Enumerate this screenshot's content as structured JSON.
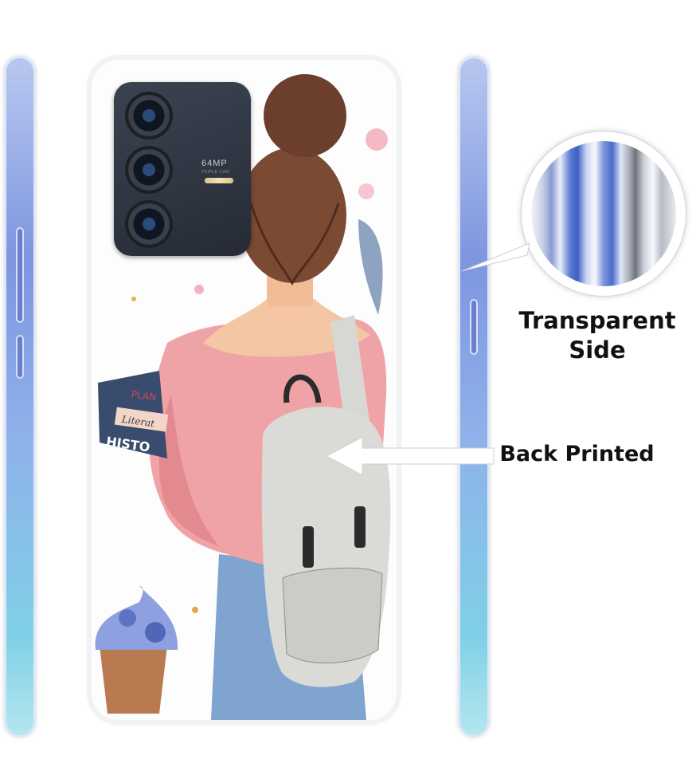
{
  "annotations": {
    "transparent_side_line1": "Transparent",
    "transparent_side_line2": "Side",
    "back_printed": "Back Printed"
  },
  "camera": {
    "megapixel_label": "64MP",
    "sub_label": "TRIPLE CAM"
  },
  "artwork": {
    "book_text_1": "PLAN",
    "book_text_2": "Literat",
    "book_text_3": "HISTO"
  },
  "colors": {
    "case_edge": "#7e96e0",
    "sweater": "#f0a3a6",
    "hair": "#7a4a33",
    "jeans": "#7fa4cf",
    "backpack": "#dadad7"
  }
}
